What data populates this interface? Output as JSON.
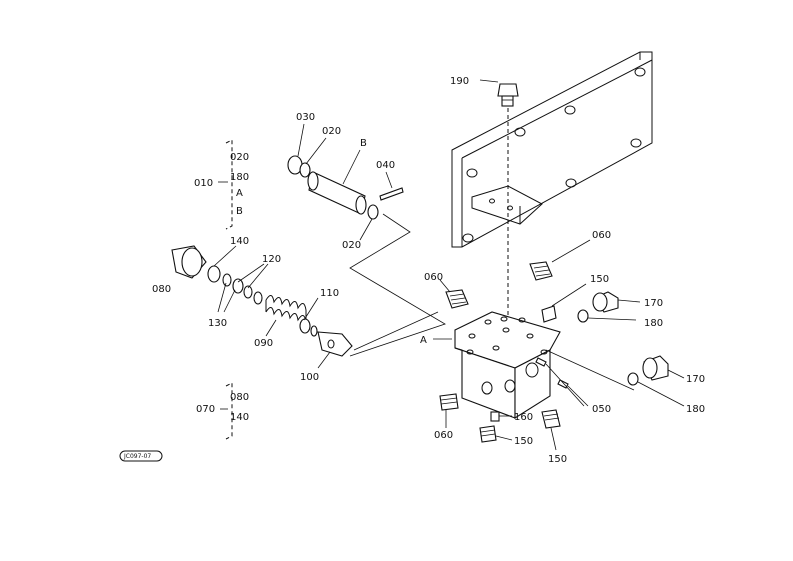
{
  "labels": {
    "p190": "190",
    "p030": "030",
    "p020_top": "020",
    "pB_top": "B",
    "p040": "040",
    "p020_low": "020",
    "p140": "140",
    "p120": "120",
    "p080": "080",
    "p130": "130",
    "p090": "090",
    "p110": "110",
    "p100": "100",
    "p060_top": "060",
    "p060_mid": "060",
    "p150_right": "150",
    "p170_top": "170",
    "p180_top": "180",
    "pA": "A",
    "p170_low": "170",
    "p180_low": "180",
    "p050": "050",
    "p160": "160",
    "p150_low": "150",
    "p060_low": "060",
    "p150_bot": "150"
  },
  "groups": {
    "g010": {
      "id": "010",
      "items": [
        "020",
        "180",
        "A",
        "B"
      ]
    },
    "g070": {
      "id": "070",
      "items": [
        "080",
        "140"
      ]
    }
  },
  "stamp": "JC097-07"
}
